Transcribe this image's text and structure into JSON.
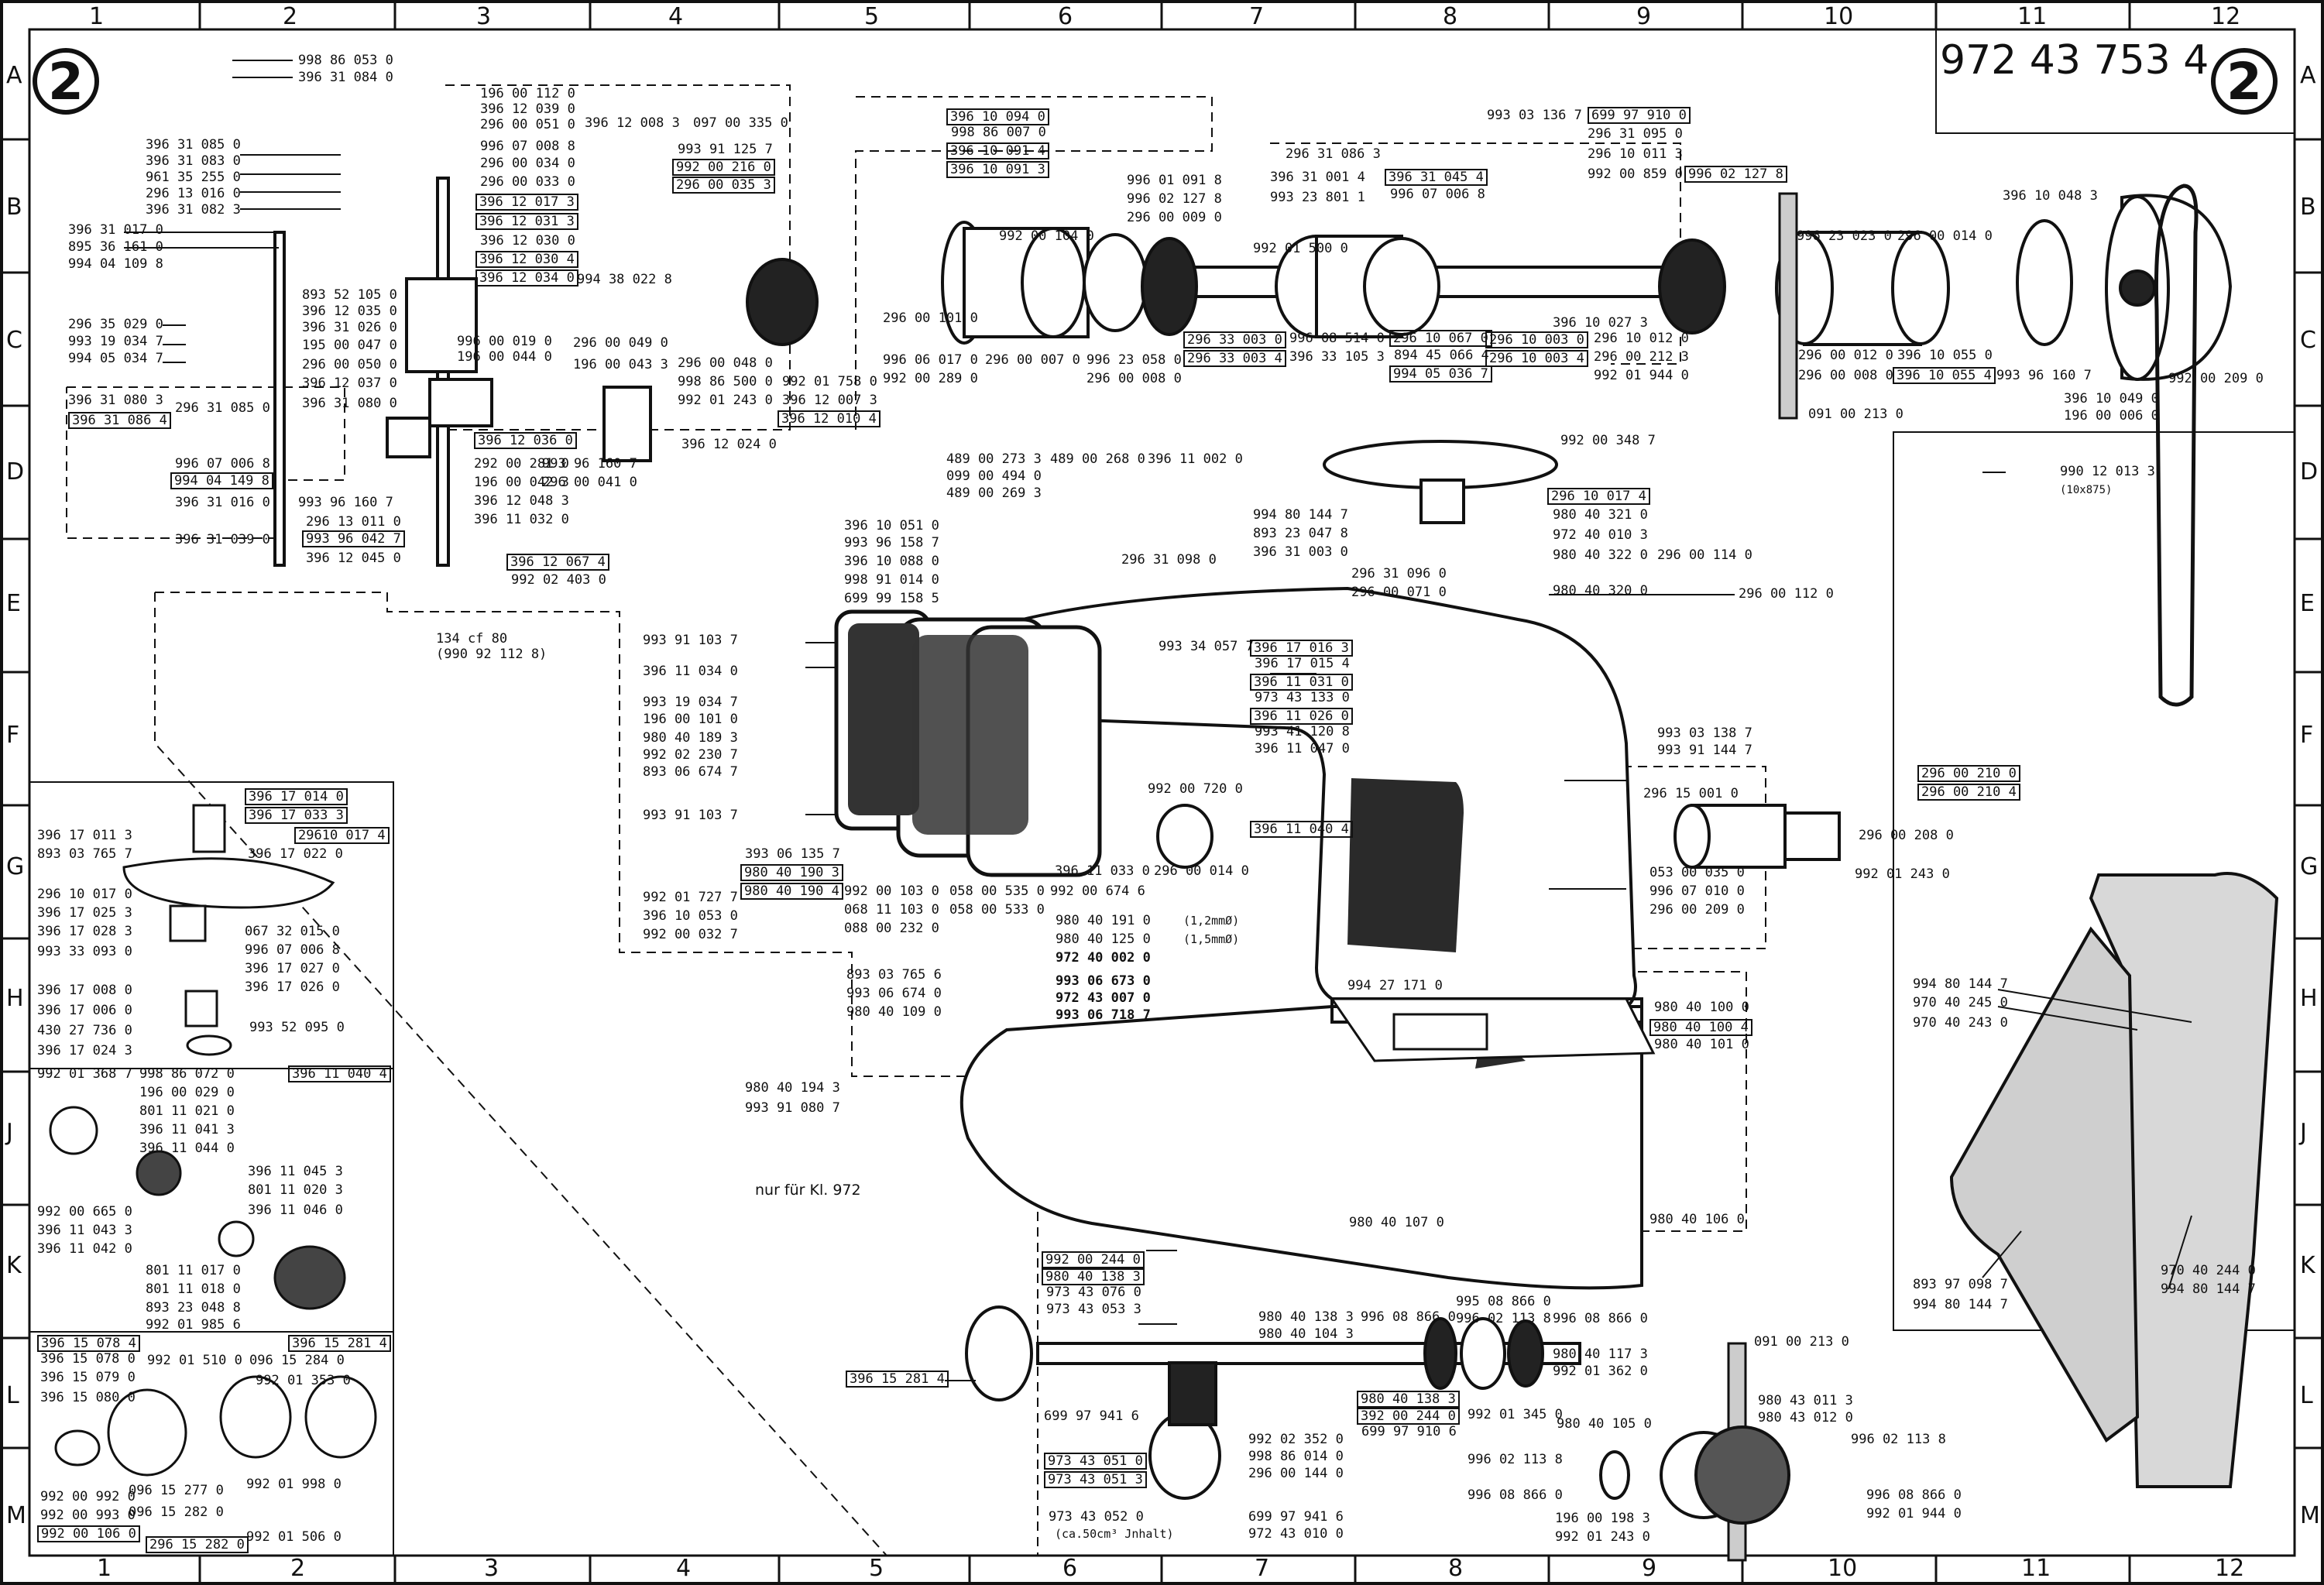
{
  "document_number": "972 43 753 4",
  "page_marker": "2",
  "grid": {
    "columns": [
      "1",
      "2",
      "3",
      "4",
      "5",
      "6",
      "7",
      "8",
      "9",
      "10",
      "11",
      "12"
    ],
    "rows": [
      "A",
      "B",
      "C",
      "D",
      "E",
      "F",
      "G",
      "H",
      "J",
      "K",
      "L",
      "M"
    ]
  },
  "notes": {
    "class_note": "nur für Kl. 972",
    "belt_size": "(10x875)",
    "oil_note": "(ca.50cm³ Jnhalt)",
    "needle_label": "134 cf 80",
    "needle_sub": "(990 92 112 8)",
    "size_1": "(1,2mmØ)",
    "size_2": "(1,5mmØ)"
  },
  "part_labels": {
    "p01": "998 86 053 0",
    "p02": "396 31 084 0",
    "p03": "396 31 085 0",
    "p04": "396 31 083 0",
    "p05": "961 35 255 0",
    "p06": "296 13 016 0",
    "p07": "396 31 082 3",
    "p08": "396 31 017 0",
    "p09": "895 36 161 0",
    "p10": "994 04 109 8",
    "p11": "296 35 029 0",
    "p12": "993 19 034 7",
    "p13": "994 05 034 7",
    "p14": "396 31 080 3",
    "p15": "396 31 086 4",
    "p16": "296 31 085 0",
    "p17": "996 07 006 8",
    "p18": "994 04 149 8",
    "p19": "396 31 016 0",
    "p20": "396 31 039 0",
    "p21": "196 00 112 0",
    "p22": "396 12 039 0",
    "p23": "296 00 051 0",
    "p24": "996 07 008 8",
    "p25": "296 00 034 0",
    "p26": "296 00 033 0",
    "p27": "396 12 017 3",
    "p28": "396 12 031 3",
    "p29": "396 12 030 0",
    "p30": "396 12 030 4",
    "p31": "396 12 034 0",
    "p32": "893 52 105 0",
    "p33": "396 12 035 0",
    "p34": "396 31 026 0",
    "p35": "195 00 047 0",
    "p36": "296 00 050 0",
    "p37": "396 12 037 0",
    "p38": "396 31 080 0",
    "p39": "396 12 036 0",
    "p40": "292 00 281 0",
    "p41": "196 00 042 3",
    "p42": "993 96 160 7",
    "p43": "296 13 011 0",
    "p44": "993 96 042 7",
    "p45": "396 12 045 0",
    "p46": "396 12 048 3",
    "p47": "396 11 032 0",
    "p48": "396 12 067 4",
    "p49": "992 02 403 0",
    "p50": "396 12 008 3",
    "p51": "097 00 335 0",
    "p52": "993 91 125 7",
    "p53": "992 00 216 0",
    "p54": "296 00 035 3",
    "p55": "994 38 022 8",
    "p56": "196 00 043 3",
    "p57": "296 00 048 0",
    "p58": "998 86 500 0",
    "p59": "992 01 243 0",
    "p60": "296 00 049 0",
    "p61": "996 00 019 0",
    "p62": "196 00 044 0",
    "p63": "993 96 160 7",
    "p64": "296 00 041 0",
    "p65": "396 12 024 0",
    "p66": "992 01 758 0",
    "p67": "396 12 007 3",
    "p68": "396 12 010 4",
    "p69": "296 00 101 0",
    "p70": "396 10 094 0",
    "p71": "998 86 007 0",
    "p72": "396 10 091 4",
    "p73": "396 10 091 3",
    "p74": "992 00 104 0",
    "p75": "996 06 017 0",
    "p76": "992 00 289 0",
    "p77": "296 00 007 0",
    "p78": "996 23 058 0",
    "p79": "296 00 008 0",
    "p80": "996 01 091 8",
    "p81": "996 02 127 8",
    "p82": "296 00 009 0",
    "p83": "992 01 500 0",
    "p84": "296 31 086 3",
    "p85": "396 31 001 4",
    "p86": "993 23 801 1",
    "p87": "396 31 045 4",
    "p88": "996 07 006 8",
    "p89": "296 33 003 0",
    "p90": "296 33 003 4",
    "p91": "996 08 514 0",
    "p92": "396 33 105 3",
    "p93": "296 10 067 0",
    "p94": "894 45 066 4",
    "p95": "994 05 036 7",
    "p96": "993 03 136 7",
    "p97": "699 97 910 0",
    "p98": "296 31 095 0",
    "p99": "296 10 011 3",
    "p100": "992 00 859 0",
    "p101": "396 10 027 3",
    "p102": "296 10 003 0",
    "p103": "296 10 003 4",
    "p104": "296 10 012 0",
    "p105": "296 00 212 3",
    "p106": "992 01 944 0",
    "p107": "996 02 127 8",
    "p108": "996 23 023 0",
    "p109": "296 00 014 0",
    "p110": "296 00 012 0",
    "p111": "296 00 008 0",
    "p112": "396 10 055 0",
    "p113": "396 10 055 4",
    "p114": "091 00 213 0",
    "p115": "993 96 160 7",
    "p116": "396 10 048 3",
    "p117": "396 10 049 0",
    "p118": "196 00 006 0",
    "p119": "992 00 209 0",
    "p120": "990 12 013 3",
    "p121": "992 00 348 7",
    "p122": "296 10 017 4",
    "p123": "980 40 321 0",
    "p124": "972 40 010 3",
    "p125": "980 40 322 0",
    "p126": "296 00 114 0",
    "p127": "296 31 096 0",
    "p128": "296 00 071 0",
    "p129": "980 40 320 0",
    "p130": "296 00 112 0",
    "p131": "489 00 273 3",
    "p132": "489 00 268 0",
    "p133": "396 11 002 0",
    "p134": "099 00 494 0",
    "p135": "489 00 269 3",
    "p136": "994 80 144 7",
    "p137": "893 23 047 8",
    "p138": "396 31 003 0",
    "p139": "396 10 051 0",
    "p140": "993 96 158 7",
    "p141": "396 10 088 0",
    "p142": "998 91 014 0",
    "p143": "699 99 158 5",
    "p144": "296 31 098 0",
    "p145": "993 91 103 7",
    "p146": "396 11 034 0",
    "p147": "993 34 057 7",
    "p148": "396 17 016 3",
    "p149": "396 17 015 4",
    "p150": "396 11 031 0",
    "p151": "973 43 133 0",
    "p152": "396 11 026 0",
    "p153": "993 41 120 8",
    "p154": "396 11 047 0",
    "p155": "993 19 034 7",
    "p156": "196 00 101 0",
    "p157": "980 40 189 3",
    "p158": "992 02 230 7",
    "p159": "893 06 674 7",
    "p160": "993 03 138 7",
    "p161": "993 91 144 7",
    "p162": "993 91 103 7",
    "p163": "992 00 720 0",
    "p164": "396 11 040 4",
    "p165": "296 00 210 0",
    "p166": "296 00 210 4",
    "p167": "296 15 001 0",
    "p168": "296 00 208 0",
    "p169": "053 00 035 0",
    "p170": "996 07 010 0",
    "p171": "296 00 209 0",
    "p172": "992 01 243 0",
    "p173": "393 06 135 7",
    "p174": "980 40 190 3",
    "p175": "980 40 190 4",
    "p176": "396 11 033 0",
    "p177": "296 00 014 0",
    "p178": "992 00 103 0",
    "p179": "058 00 535 0",
    "p180": "992 00 674 6",
    "p181": "992 01 727 7",
    "p182": "396 10 053 0",
    "p183": "992 00 032 7",
    "p184": "068 11 103 0",
    "p185": "058 00 533 0",
    "p186": "088 00 232 0",
    "p187": "980 40 191 0",
    "p188": "980 40 125 0",
    "p189": "972 40 002 0",
    "p190": "993 06 673 0",
    "p191": "972 43 007 0",
    "p192": "993 06 718 7",
    "p193": "893 03 765 6",
    "p194": "993 06 674 0",
    "p195": "980 40 109 0",
    "p196": "994 27 171 0",
    "p197": "980 40 100 0",
    "p198": "980 40 100 4",
    "p199": "980 40 101 0",
    "p200": "980 40 194 3",
    "p201": "993 91 080 7",
    "p202": "980 40 107 0",
    "p203": "980 40 106 0",
    "p204": "992 00 244 0",
    "p205": "980 40 138 3",
    "p206": "973 43 076 0",
    "p207": "973 43 053 3",
    "p208": "396 15 281 4",
    "p209": "699 97 941 6",
    "p210": "973 43 051 0",
    "p211": "973 43 051 3",
    "p212": "973 43 052 0",
    "p213": "699 97 941 6",
    "p214": "972 43 010 0",
    "p215": "992 02 352 0",
    "p216": "998 86 014 0",
    "p217": "296 00 144 0",
    "p218": "980 40 138 3",
    "p219": "996 08 866 0",
    "p220": "980 40 104 3",
    "p221": "995 08 866 0",
    "p222": "996 02 113 8",
    "p223": "996 08 866 0",
    "p224": "980 40 117 3",
    "p225": "992 01 362 0",
    "p226": "980 40 138 3",
    "p227": "392 00 244 0",
    "p228": "699 97 910 6",
    "p229": "992 01 345 0",
    "p230": "091 00 213 0",
    "p231": "980 40 105 0",
    "p232": "996 02 113 8",
    "p233": "996 08 866 0",
    "p234": "980 43 011 3",
    "p235": "980 43 012 0",
    "p236": "996 02 113 8",
    "p237": "996 08 866 0",
    "p238": "992 01 944 0",
    "p239": "196 00 198 3",
    "p240": "992 01 243 0",
    "p241": "994 80 144 7",
    "p242": "970 40 245 0",
    "p243": "970 40 243 0",
    "p244": "893 97 098 7",
    "p245": "994 80 144 7",
    "p246": "970 40 244 0",
    "p247": "994 80 144 7",
    "p248": "396 17 011 3",
    "p249": "893 03 765 7",
    "p250": "396 17 014 0",
    "p251": "396 17 033 3",
    "p252": "29610 017 4",
    "p253": "396 17 022 0",
    "p254": "296 10 017 0",
    "p255": "396 17 025 3",
    "p256": "396 17 028 3",
    "p257": "993 33 093 0",
    "p258": "067 32 015 0",
    "p259": "996 07 006 8",
    "p260": "396 17 027 0",
    "p261": "396 17 026 0",
    "p262": "396 17 008 0",
    "p263": "396 17 006 0",
    "p264": "430 27 736 0",
    "p265": "396 17 024 3",
    "p266": "993 52 095 0",
    "p267": "992 01 368 7",
    "p268": "998 86 072 0",
    "p269": "396 11 040 4",
    "p270": "196 00 029 0",
    "p271": "801 11 021 0",
    "p272": "396 11 041 3",
    "p273": "396 11 044 0",
    "p274": "396 11 045 3",
    "p275": "801 11 020 3",
    "p276": "992 00 665 0",
    "p277": "396 11 043 3",
    "p278": "396 11 042 0",
    "p279": "396 11 046 0",
    "p280": "801 11 017 0",
    "p281": "801 11 018 0",
    "p282": "893 23 048 8",
    "p283": "992 01 985 6",
    "p284": "396 15 078 4",
    "p285": "396 15 281 4",
    "p286": "396 15 078 0",
    "p287": "992 01 510 0",
    "p288": "096 15 284 0",
    "p289": "396 15 079 0",
    "p290": "992 01 353 0",
    "p291": "396 15 080 0",
    "p292": "096 15 277 0",
    "p293": "992 01 998 0",
    "p294": "992 00 992 0",
    "p295": "992 00 993 0",
    "p296": "992 00 106 0",
    "p297": "096 15 282 0",
    "p298": "296 15 282 0",
    "p299": "992 01 506 0"
  }
}
